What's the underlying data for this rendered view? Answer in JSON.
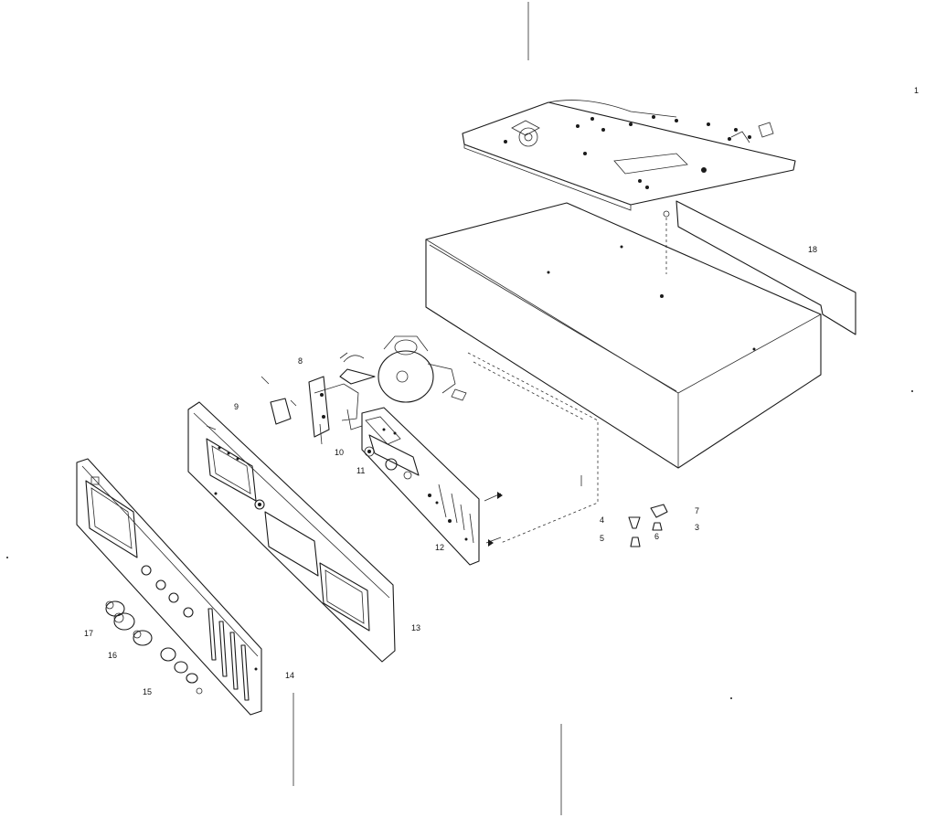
{
  "diagram": {
    "callouts": [
      {
        "id": "c1",
        "text": "1"
      },
      {
        "id": "c18",
        "text": "18"
      },
      {
        "id": "c8",
        "text": "8"
      },
      {
        "id": "c9",
        "text": "9"
      },
      {
        "id": "c10",
        "text": "10"
      },
      {
        "id": "c11",
        "text": "11"
      },
      {
        "id": "c12",
        "text": "12"
      },
      {
        "id": "c13",
        "text": "13"
      },
      {
        "id": "c14",
        "text": "14"
      },
      {
        "id": "c15",
        "text": "15"
      },
      {
        "id": "c16",
        "text": "16"
      },
      {
        "id": "c17",
        "text": "17"
      },
      {
        "id": "c4",
        "text": "4"
      },
      {
        "id": "c5",
        "text": "5"
      },
      {
        "id": "c6",
        "text": "6"
      },
      {
        "id": "c7",
        "text": "7"
      },
      {
        "id": "c3",
        "text": "3"
      }
    ]
  }
}
